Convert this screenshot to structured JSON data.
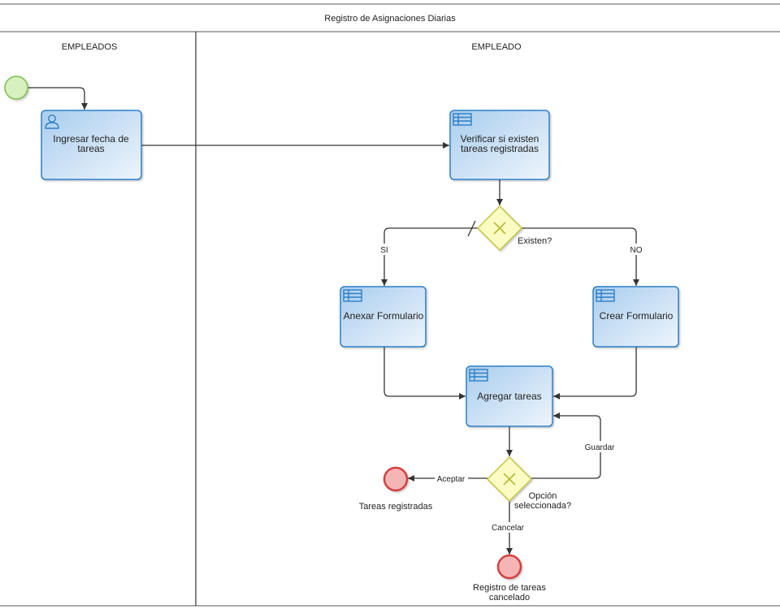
{
  "pool": {
    "title": "Registro de Asignaciones Diarias"
  },
  "lanes": [
    {
      "id": "lane-empleados",
      "title": "EMPLEADOS"
    },
    {
      "id": "lane-empleado",
      "title": "EMPLEADO"
    }
  ],
  "tasks": {
    "ingresar": {
      "type": "user",
      "lines": [
        "Ingresar fecha de",
        "tareas"
      ]
    },
    "verificar": {
      "type": "script",
      "lines": [
        "Verificar si existen",
        "tareas registradas"
      ]
    },
    "anexar": {
      "type": "script",
      "lines": [
        "Anexar Formulario"
      ]
    },
    "crear": {
      "type": "script",
      "lines": [
        "Crear Formulario"
      ]
    },
    "agregar": {
      "type": "script",
      "lines": [
        "Agregar tareas"
      ]
    }
  },
  "gateways": {
    "existen": {
      "label": "Existen?"
    },
    "opcion": {
      "lines": [
        "Opción",
        "seleccionada?"
      ]
    }
  },
  "events": {
    "start": {
      "type": "start"
    },
    "end_registradas": {
      "type": "end",
      "lines": [
        "Tareas registradas"
      ]
    },
    "end_cancelado": {
      "type": "end",
      "lines": [
        "Registro de tareas",
        "cancelado"
      ]
    }
  },
  "flow_labels": {
    "si": "SI",
    "no": "NO",
    "guardar": "Guardar",
    "aceptar": "Aceptar",
    "cancelar": "Cancelar"
  },
  "colors": {
    "task_fill_top": "#a9cdee",
    "task_fill_bottom": "#e9f2fb",
    "task_stroke": "#2d7fc5",
    "gateway_fill": "#fbfbc4",
    "gateway_stroke": "#c5c540",
    "start_fill": "#d6f0bf",
    "start_stroke": "#7bbf4a",
    "end_fill": "#f5b5b5",
    "end_stroke": "#d33f3f",
    "line": "#333333"
  }
}
